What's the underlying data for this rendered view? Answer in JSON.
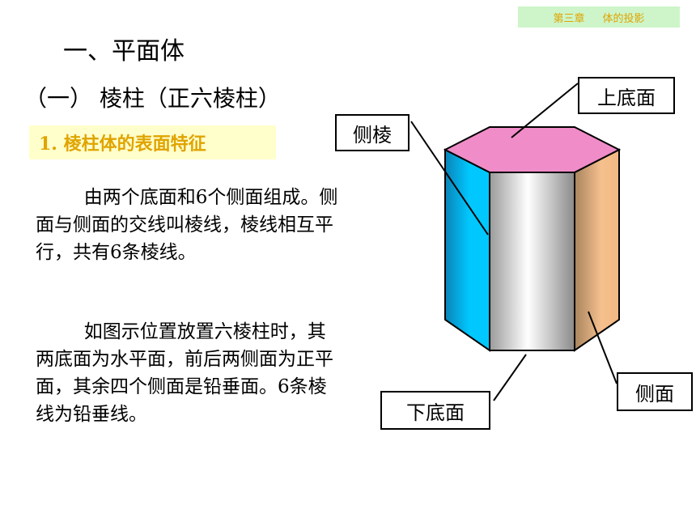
{
  "header": {
    "chapter": "第三章",
    "chapter_title": "体的投影"
  },
  "heading1": "一、平面体",
  "heading2": "（一）  棱柱（正六棱柱）",
  "section_title": "1. 棱柱体的表面特征",
  "paragraphs": [
    "由两个底面和6个侧面组成。侧面与侧面的交线叫棱线，棱线相互平行，共有6条棱线。",
    "如图示位置放置六棱柱时，其两底面为水平面，前后两侧面为正平面，其余四个侧面是铅垂面。6条棱线为铅垂线。"
  ],
  "diagram_labels": {
    "top_face": "上底面",
    "lateral_edge": "侧棱",
    "side_face": "侧面",
    "bottom_face": "下底面"
  },
  "colors": {
    "top_face": "#f08cc8",
    "left_face": "#00c8ff",
    "front_face": "#e8e8e8",
    "right_face": "#f6c08e",
    "chapter_tag_bg": "#cdf5c9",
    "accent_text": "#e0a400",
    "section_bg": "#ffffcc"
  }
}
